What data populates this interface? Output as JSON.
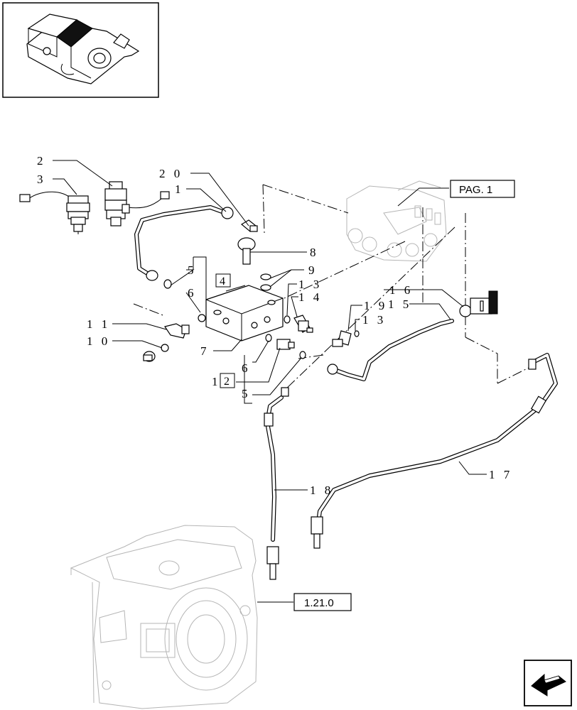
{
  "thumbnail": {
    "icon": "valve-assembly-thumbnail-icon"
  },
  "callouts": {
    "n2": "2",
    "n3": "3",
    "n20": "2 0",
    "n1": "1",
    "n8": "8",
    "n9": "9",
    "n13a": "1 3",
    "n14": "1 4",
    "n16": "1 6",
    "n19": "1 9",
    "n15": "1 5",
    "n13b": "1 3",
    "n5a": "5",
    "n6a": "6",
    "n11": "1 1",
    "n10": "1 0",
    "n7": "7",
    "n6b": "6",
    "n1b": "1",
    "n5b": "5",
    "n17": "1 7",
    "n18": "1 8"
  },
  "boxed": {
    "b4": "4",
    "b2": "2"
  },
  "references": {
    "pag1": "PAG. 1",
    "sec": "1.21.0"
  },
  "nav": {
    "icon": "next-page-arrow-icon"
  }
}
